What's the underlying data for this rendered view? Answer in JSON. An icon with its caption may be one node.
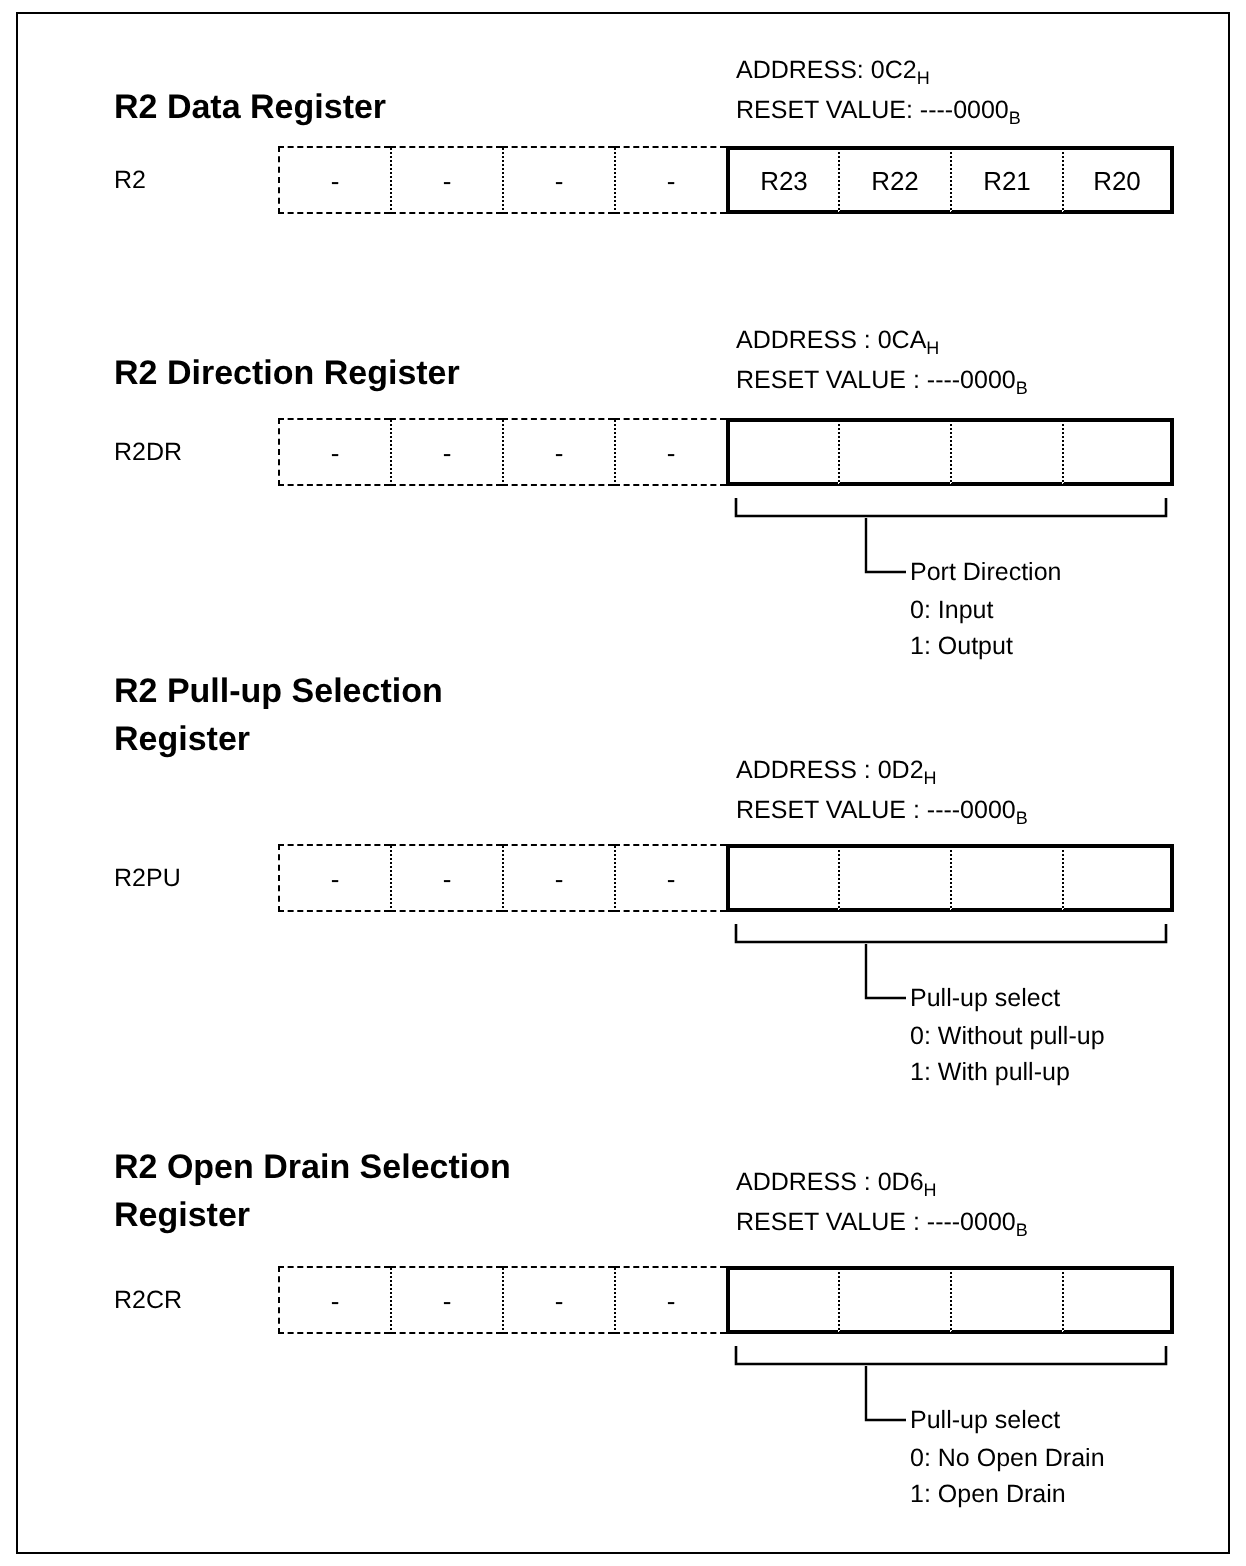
{
  "diagram": {
    "nodes": [
      {
        "text": [
          "-"
        ]
      },
      {
        "text": [
          "-"
        ]
      },
      {
        "text": [
          "-"
        ]
      },
      {
        "text": [
          "-"
        ]
      },
      {
        "text": [
          "R23"
        ]
      },
      {
        "text": [
          "R22"
        ]
      },
      {
        "text": [
          "R21"
        ]
      },
      {
        "text": [
          "R20"
        ]
      },
      {
        "text": [
          "-"
        ]
      },
      {
        "text": [
          "-"
        ]
      },
      {
        "text": [
          "-"
        ]
      },
      {
        "text": [
          "-"
        ]
      },
      {
        "text": [],
        "shape": "box"
      },
      {
        "text": [],
        "shape": "box"
      },
      {
        "text": [],
        "shape": "box"
      },
      {
        "text": [],
        "shape": "box"
      },
      {
        "text": [],
        "shape": "bracket"
      },
      {
        "text": [
          "Port Direction",
          "0: Input",
          "1: Output"
        ]
      },
      {
        "text": [
          "-"
        ]
      },
      {
        "text": [
          "-"
        ]
      },
      {
        "text": [
          "-"
        ]
      },
      {
        "text": [
          "-"
        ]
      },
      {
        "text": [],
        "shape": "box"
      },
      {
        "text": [],
        "shape": "box"
      },
      {
        "text": [],
        "shape": "box"
      },
      {
        "text": [],
        "shape": "box"
      },
      {
        "text": [],
        "shape": "bracket"
      },
      {
        "text": [
          "Pull-up select",
          "0: Without pull-up",
          "1: With pull-up"
        ]
      },
      {
        "text": [
          "-"
        ]
      },
      {
        "text": [
          "-"
        ]
      },
      {
        "text": [
          "-"
        ]
      },
      {
        "text": [
          "-"
        ]
      },
      {
        "text": [],
        "shape": "box"
      },
      {
        "text": [],
        "shape": "box"
      },
      {
        "text": [],
        "shape": "box"
      },
      {
        "text": [],
        "shape": "box"
      },
      {
        "text": [],
        "shape": "bracket"
      },
      {
        "text": [
          "Pull-up select",
          "0: No Open Drain",
          "1: Open Drain"
        ]
      }
    ],
    "edges": [
      {
        "from": 17,
        "to": 16,
        "arrow": "none"
      },
      {
        "from": 27,
        "to": 26,
        "arrow": "none"
      },
      {
        "from": 37,
        "to": 36,
        "arrow": "none"
      }
    ],
    "labels": [
      "R2 Data Register",
      "ADDRESS: 0C2$_{H}$",
      "RESET VALUE: ----0000$_{B}$",
      "R2",
      "R2 Direction Register",
      "ADDRESS : 0CA$_{H}$",
      "RESET VALUE : ----0000$_{B}$",
      "R2DR",
      "R2 Pull-up Selection Register",
      "ADDRESS : 0D2$_{H}$",
      "RESET VALUE : ----0000$_{B}$",
      "R2PU",
      "R2 Open Drain Selection Register",
      "ADDRESS : 0D6$_{H}$",
      "RESET VALUE : ----0000$_{B}$",
      "R2CR"
    ]
  }
}
